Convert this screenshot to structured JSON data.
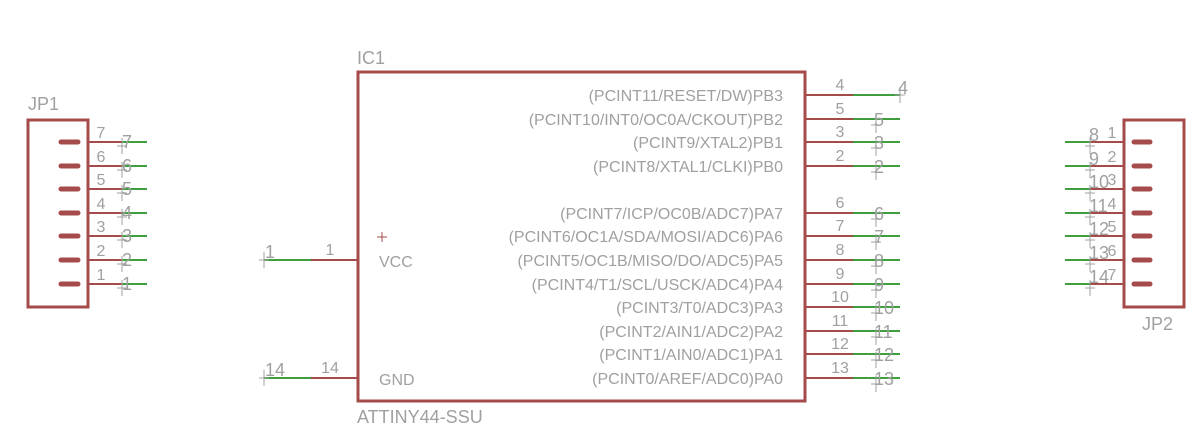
{
  "colors": {
    "symbol": "#a54b4b",
    "net_wire": "#3f9f3f",
    "text": "#a0a0a0",
    "background": "#ffffff"
  },
  "ic1": {
    "name": "IC1",
    "value": "ATTINY44-SSU",
    "left_pins": [
      {
        "label": "VCC",
        "pad": "1",
        "net": "1"
      },
      {
        "label": "GND",
        "pad": "14",
        "net": "14"
      }
    ],
    "right_pins": [
      {
        "label": "(PCINT11/RESET/DW)PB3",
        "pad": "4",
        "net": "4"
      },
      {
        "label": "(PCINT10/INT0/OC0A/CKOUT)PB2",
        "pad": "5",
        "net": "5"
      },
      {
        "label": "(PCINT9/XTAL2)PB1",
        "pad": "3",
        "net": "3"
      },
      {
        "label": "(PCINT8/XTAL1/CLKI)PB0",
        "pad": "2",
        "net": "2"
      },
      {
        "label": "(PCINT7/ICP/OC0B/ADC7)PA7",
        "pad": "6",
        "net": "6"
      },
      {
        "label": "(PCINT6/OC1A/SDA/MOSI/ADC6)PA6",
        "pad": "7",
        "net": "7"
      },
      {
        "label": "(PCINT5/OC1B/MISO/DO/ADC5)PA5",
        "pad": "8",
        "net": "8"
      },
      {
        "label": "(PCINT4/T1/SCL/USCK/ADC4)PA4",
        "pad": "9",
        "net": "9"
      },
      {
        "label": "(PCINT3/T0/ADC3)PA3",
        "pad": "10",
        "net": "10"
      },
      {
        "label": "(PCINT2/AIN1/ADC2)PA2",
        "pad": "11",
        "net": "11"
      },
      {
        "label": "(PCINT1/AIN0/ADC1)PA1",
        "pad": "12",
        "net": "12"
      },
      {
        "label": "(PCINT0/AREF/ADC0)PA0",
        "pad": "13",
        "net": "13"
      }
    ]
  },
  "jp1": {
    "name": "JP1",
    "pins": [
      {
        "pad": "7",
        "net": "7"
      },
      {
        "pad": "6",
        "net": "6"
      },
      {
        "pad": "5",
        "net": "5"
      },
      {
        "pad": "4",
        "net": "4"
      },
      {
        "pad": "3",
        "net": "3"
      },
      {
        "pad": "2",
        "net": "2"
      },
      {
        "pad": "1",
        "net": "1"
      }
    ]
  },
  "jp2": {
    "name": "JP2",
    "pins": [
      {
        "pad": "1",
        "net": "8"
      },
      {
        "pad": "2",
        "net": "9"
      },
      {
        "pad": "3",
        "net": "10"
      },
      {
        "pad": "4",
        "net": "11"
      },
      {
        "pad": "5",
        "net": "12"
      },
      {
        "pad": "6",
        "net": "13"
      },
      {
        "pad": "7",
        "net": "14"
      }
    ]
  }
}
